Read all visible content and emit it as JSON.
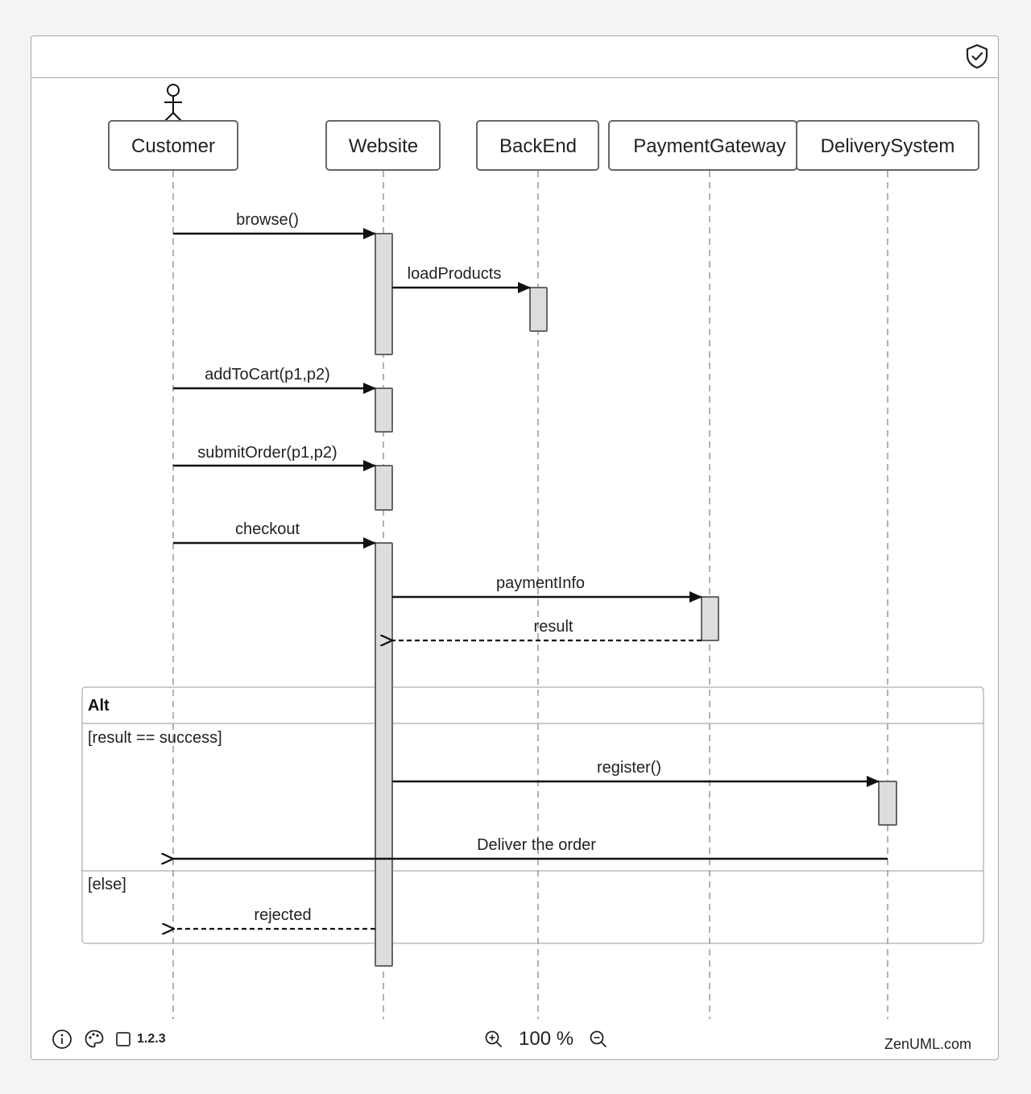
{
  "participants": [
    {
      "id": "customer",
      "label": "Customer",
      "actor": true
    },
    {
      "id": "website",
      "label": "Website"
    },
    {
      "id": "backend",
      "label": "BackEnd"
    },
    {
      "id": "payment",
      "label": "PaymentGateway"
    },
    {
      "id": "delivery",
      "label": "DeliverySystem"
    }
  ],
  "messages": [
    {
      "label": "browse()",
      "from": "customer",
      "to": "website",
      "type": "sync"
    },
    {
      "label": "loadProducts",
      "from": "website",
      "to": "backend",
      "type": "sync"
    },
    {
      "label": "addToCart(p1,p2)",
      "from": "customer",
      "to": "website",
      "type": "sync"
    },
    {
      "label": "submitOrder(p1,p2)",
      "from": "customer",
      "to": "website",
      "type": "sync"
    },
    {
      "label": "checkout",
      "from": "customer",
      "to": "website",
      "type": "sync"
    },
    {
      "label": "paymentInfo",
      "from": "website",
      "to": "payment",
      "type": "sync"
    },
    {
      "label": "result",
      "from": "payment",
      "to": "website",
      "type": "return"
    },
    {
      "label": "register()",
      "from": "website",
      "to": "delivery",
      "type": "sync"
    },
    {
      "label": "Deliver the order",
      "from": "delivery",
      "to": "customer",
      "type": "async"
    },
    {
      "label": "rejected",
      "from": "website",
      "to": "customer",
      "type": "return"
    }
  ],
  "fragment": {
    "title": "Alt",
    "conditions": [
      "[result == success]",
      "[else]"
    ]
  },
  "footer": {
    "version": "1.2.3",
    "zoom": "100 %",
    "brand": "ZenUML.com"
  },
  "icons": [
    "shield-check-icon",
    "info-icon",
    "palette-icon",
    "zoom-in-icon",
    "zoom-out-icon"
  ],
  "colors": {
    "activation_fill": "#dddddd",
    "stroke": "#222222",
    "border": "#a8a8a8"
  }
}
